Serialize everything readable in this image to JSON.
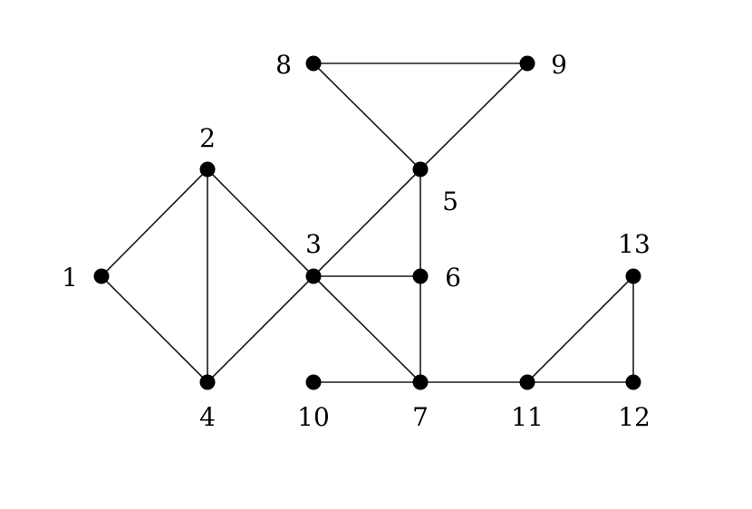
{
  "graph": {
    "nodes": [
      {
        "id": "1",
        "label": "1"
      },
      {
        "id": "2",
        "label": "2"
      },
      {
        "id": "3",
        "label": "3"
      },
      {
        "id": "4",
        "label": "4"
      },
      {
        "id": "5",
        "label": "5"
      },
      {
        "id": "6",
        "label": "6"
      },
      {
        "id": "7",
        "label": "7"
      },
      {
        "id": "8",
        "label": "8"
      },
      {
        "id": "9",
        "label": "9"
      },
      {
        "id": "10",
        "label": "10"
      },
      {
        "id": "11",
        "label": "11"
      },
      {
        "id": "12",
        "label": "12"
      },
      {
        "id": "13",
        "label": "13"
      }
    ],
    "edges": [
      [
        "1",
        "2"
      ],
      [
        "1",
        "4"
      ],
      [
        "2",
        "4"
      ],
      [
        "2",
        "3"
      ],
      [
        "3",
        "4"
      ],
      [
        "3",
        "5"
      ],
      [
        "3",
        "6"
      ],
      [
        "3",
        "7"
      ],
      [
        "5",
        "6"
      ],
      [
        "6",
        "7"
      ],
      [
        "5",
        "8"
      ],
      [
        "5",
        "9"
      ],
      [
        "8",
        "9"
      ],
      [
        "10",
        "7"
      ],
      [
        "7",
        "11"
      ],
      [
        "11",
        "12"
      ],
      [
        "11",
        "13"
      ],
      [
        "12",
        "13"
      ]
    ],
    "colors": {
      "node": "#000000",
      "edge": "#1a1a1a",
      "background": "#ffffff"
    }
  }
}
